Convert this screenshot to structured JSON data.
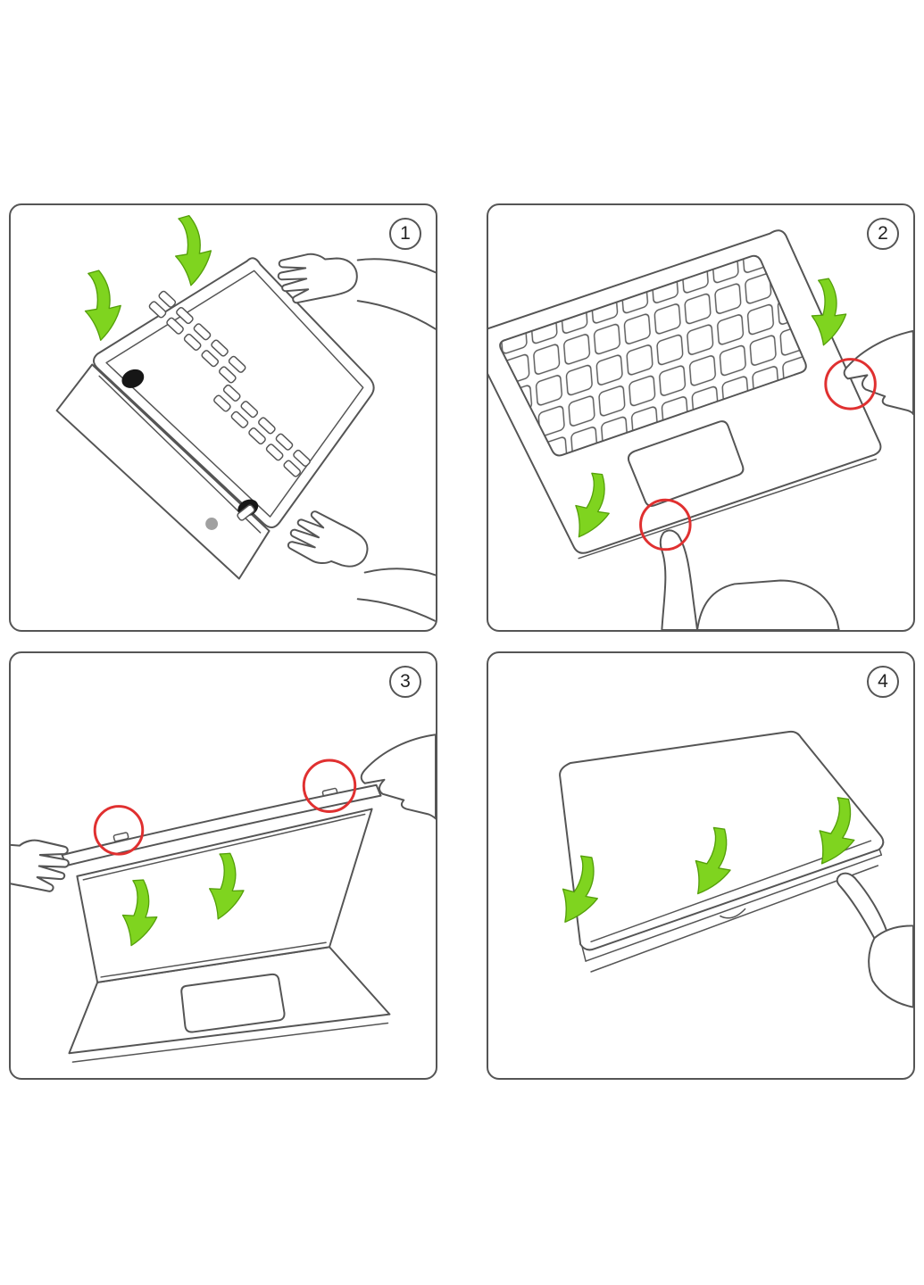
{
  "document": {
    "type": "instruction-diagram",
    "subject": "laptop hard-shell case installation steps"
  },
  "colors": {
    "background": "#ffffff",
    "line": "#555555",
    "green": "#7fd41f",
    "green_dark": "#55a00a",
    "red": "#e03030"
  },
  "panels": [
    {
      "number": "1",
      "name": "place-bottom-case-on-laptop",
      "green_arrows": 2,
      "red_circles": 0,
      "hands": 2
    },
    {
      "number": "2",
      "name": "snap-clips-on-keyboard-side-edges",
      "green_arrows": 2,
      "red_circles": 2,
      "hands": 2
    },
    {
      "number": "3",
      "name": "attach-top-cover-align-clips",
      "green_arrows": 2,
      "red_circles": 2,
      "hands": 2
    },
    {
      "number": "4",
      "name": "press-cover-edges-until-seated",
      "green_arrows": 3,
      "red_circles": 0,
      "hands": 1
    }
  ]
}
